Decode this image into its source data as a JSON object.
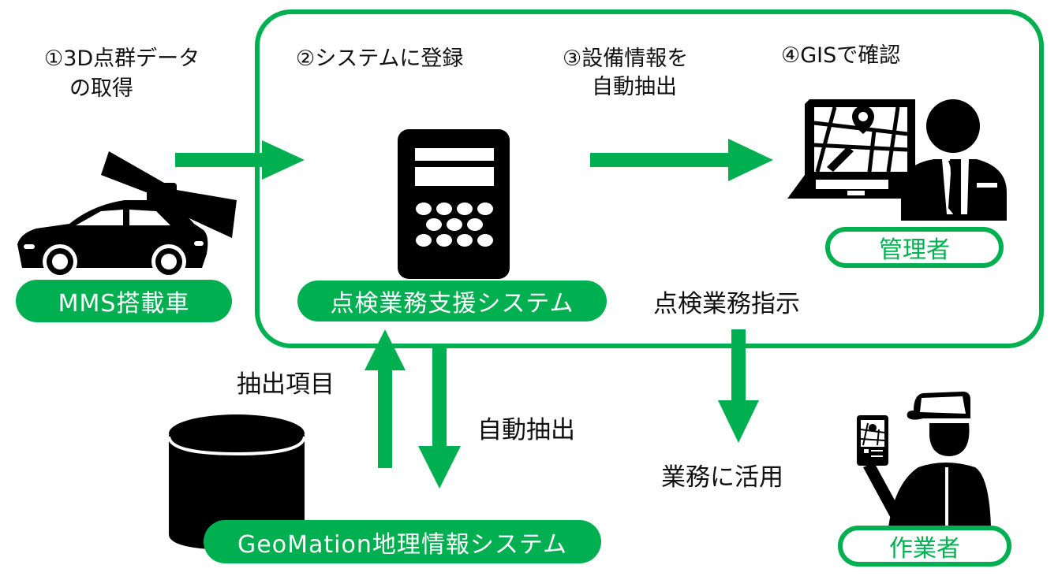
{
  "diagram": {
    "steps": {
      "step1_line1": "①3D点群データ",
      "step1_line2": "の取得",
      "step2": "②システムに登録",
      "step3_line1": "③設備情報を",
      "step3_line2": "自動抽出",
      "step4": "④GISで確認"
    },
    "nodes": {
      "mms_vehicle": "MMS搭載車",
      "inspection_system": "点検業務支援システム",
      "gis_system": "GeoMation地理情報システム",
      "manager": "管理者",
      "worker": "作業者"
    },
    "labels": {
      "extraction_items": "抽出項目",
      "auto_extraction": "自動抽出",
      "inspection_instruction": "点検業務指示",
      "use_in_work": "業務に活用"
    },
    "colors": {
      "accent": "#00b050",
      "icon": "#000000",
      "text": "#111111"
    }
  }
}
